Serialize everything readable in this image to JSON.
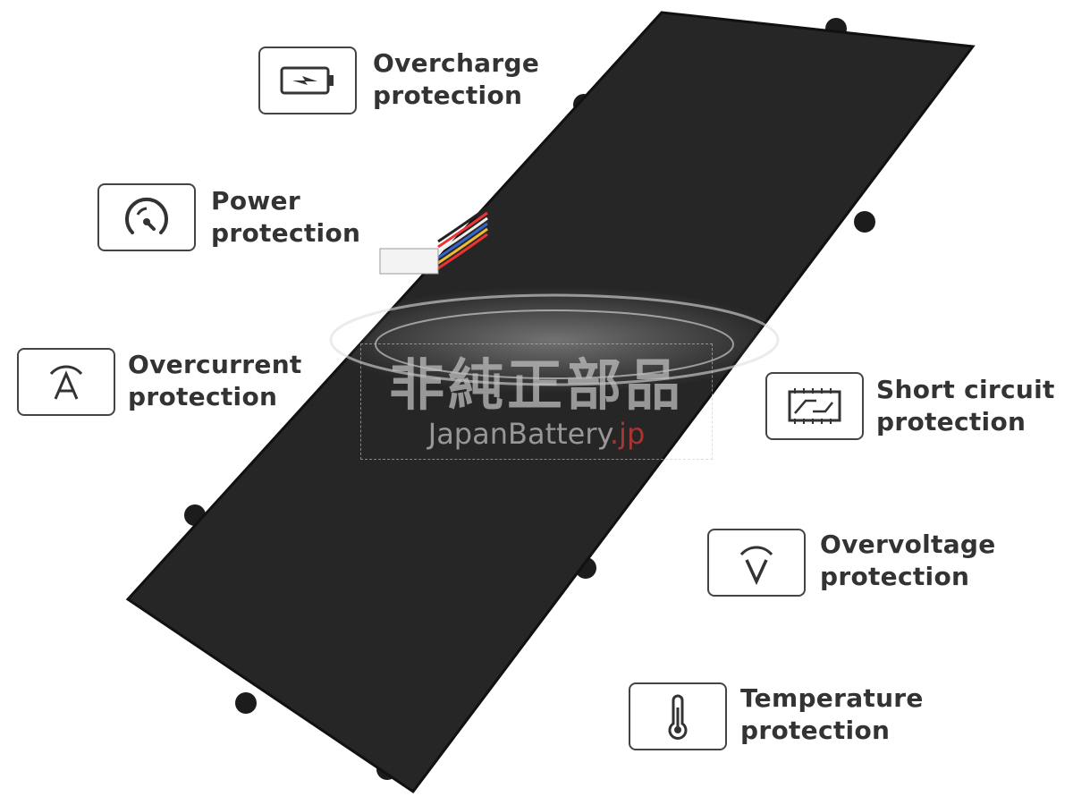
{
  "features": [
    {
      "icon": "battery-charging-icon",
      "line1": "Overcharge",
      "line2": "protection"
    },
    {
      "icon": "gauge-icon",
      "line1": "Power",
      "line2": "protection"
    },
    {
      "icon": "ampere-icon",
      "line1": "Overcurrent",
      "line2": "protection"
    },
    {
      "icon": "circuit-icon",
      "line1": "Short circuit",
      "line2": "protection"
    },
    {
      "icon": "voltage-icon",
      "line1": "Overvoltage",
      "line2": "protection"
    },
    {
      "icon": "thermometer-icon",
      "line1": "Temperature",
      "line2": "protection"
    }
  ],
  "watermark": {
    "title": "非純正部品",
    "brand": "JapanBattery",
    "tld": ".jp"
  },
  "colors": {
    "battery": "#262626",
    "text": "#333333",
    "accent": "#a33333"
  }
}
